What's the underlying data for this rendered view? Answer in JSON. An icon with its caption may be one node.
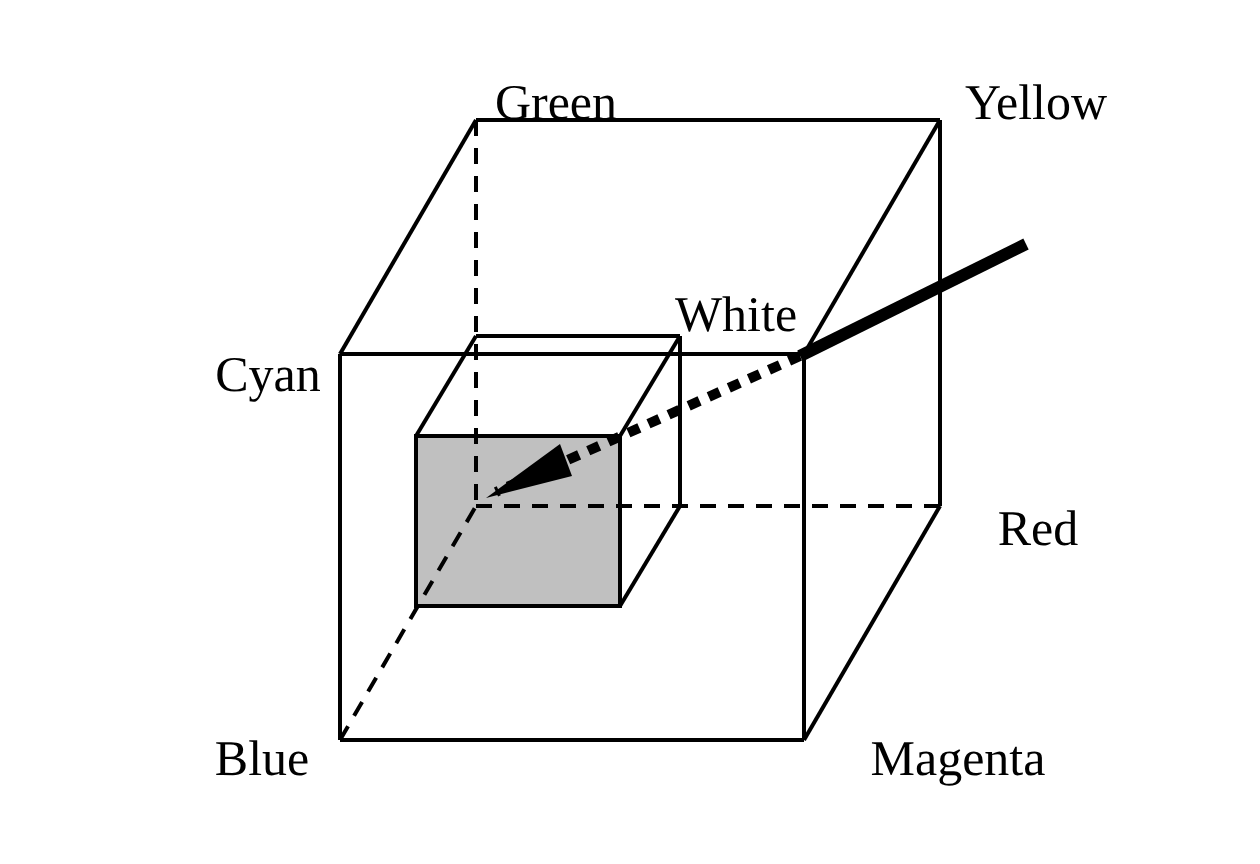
{
  "diagram": {
    "labels": [
      "Green",
      "Yellow",
      "White",
      "Cyan",
      "Red",
      "Blue",
      "Magenta"
    ]
  }
}
